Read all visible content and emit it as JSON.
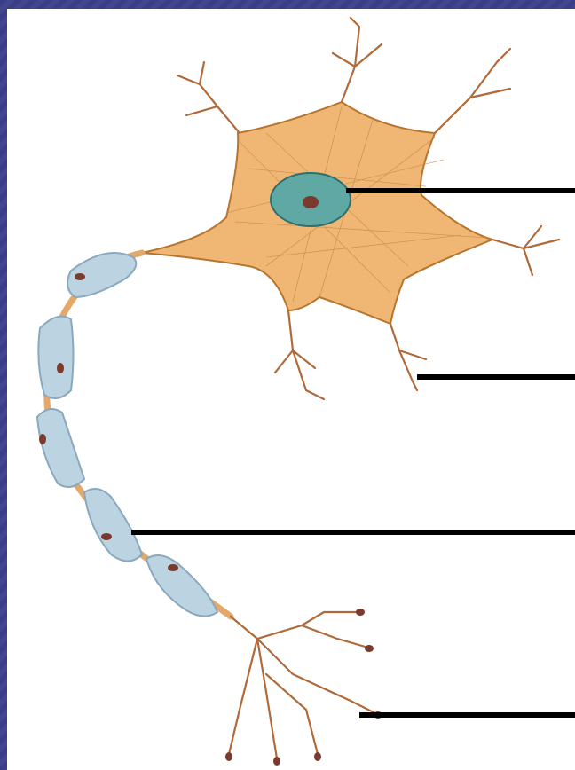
{
  "diagram": {
    "subject": "",
    "labels": [
      {
        "id": "label-line-nucleus",
        "text": ""
      },
      {
        "id": "label-line-dendrite",
        "text": ""
      },
      {
        "id": "label-line-axon-myelin",
        "text": ""
      },
      {
        "id": "label-line-axon-terminal",
        "text": ""
      }
    ]
  },
  "colors": {
    "background_border": "#3b3f8a",
    "panel": "#ffffff",
    "cell_body": "#f0b774",
    "cell_body_stroke": "#b8752d",
    "nucleus": "#5fa8a4",
    "nucleolus": "#7a3b2e",
    "myelin": "#bcd3e2",
    "myelin_stroke": "#8aa9be",
    "axon": "#e3a86a",
    "label_line": "#000000"
  }
}
